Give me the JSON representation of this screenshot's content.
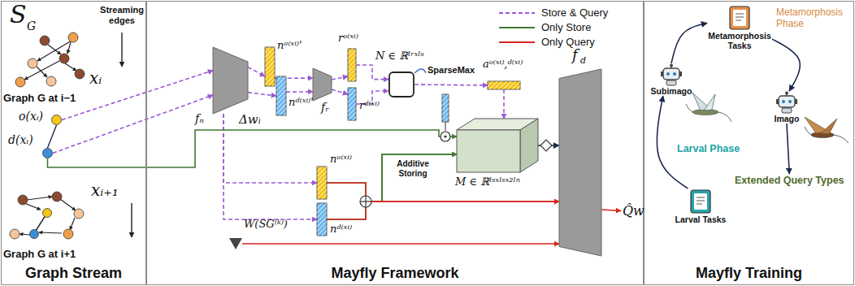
{
  "diagram": {
    "nodes": [
      {
        "text": [
          "Graph Stream"
        ]
      },
      {
        "text": [
          "Mayfly Framework"
        ]
      },
      {
        "text": [
          "Mayfly Training"
        ]
      },
      {
        "text": [
          "o(xᵢ)"
        ],
        "in": 0
      },
      {
        "text": [
          "d(xᵢ)"
        ],
        "in": 0
      },
      {
        "text": [
          "fₙ"
        ],
        "in": 1
      },
      {
        "text": [
          "nᵒ⁽ˣⁱ⁾'"
        ],
        "in": 1
      },
      {
        "text": [
          "nᵈ⁽ˣⁱ⁾'"
        ],
        "in": 1
      },
      {
        "text": [
          "fᵣ"
        ],
        "in": 1
      },
      {
        "text": [
          "rᵒ⁽ˣⁱ⁾"
        ],
        "in": 1
      },
      {
        "text": [
          "rᵈ⁽ˣⁱ⁾"
        ],
        "in": 1
      },
      {
        "text": [
          "N ∈ ℝˡʳˣˡˢ"
        ],
        "in": 1
      },
      {
        "text": [
          "aᵒ⁽ˣⁱ⁾,ᵈ⁽ˣⁱ⁾"
        ],
        "in": 1
      },
      {
        "text": [
          "M ∈ ℝˡˢˣˡˢˣ²ˡⁿ"
        ],
        "in": 1
      },
      {
        "text": [
          "nᵒ⁽ˣⁱ⁾"
        ],
        "in": 1
      },
      {
        "text": [
          "nᵈ⁽ˣⁱ⁾"
        ],
        "in": 1
      },
      {
        "text": [
          "W(SG⁽ᵏ⁾)"
        ],
        "in": 1
      },
      {
        "text": [
          "f",
          "d"
        ],
        "in": 1
      },
      {
        "text": [
          "Q̂w"
        ],
        "in": 1
      },
      {
        "text": [
          "Metamorphosis Tasks"
        ],
        "in": 2
      },
      {
        "text": [
          "Subimago"
        ],
        "in": 2
      },
      {
        "text": [
          "Imago"
        ],
        "in": 2
      },
      {
        "text": [
          "Larval Tasks"
        ],
        "in": 2
      },
      {
        "text": [
          "Extended Query Types"
        ],
        "in": 2
      }
    ],
    "edges": [
      {
        "from": 3,
        "to": 5,
        "arrow": "to"
      },
      {
        "from": 4,
        "to": 5,
        "arrow": "to"
      },
      {
        "from": 5,
        "to": 6,
        "arrow": "to"
      },
      {
        "from": 5,
        "to": 7,
        "arrow": "to"
      },
      {
        "from": 6,
        "to": 8,
        "arrow": "to"
      },
      {
        "from": 7,
        "to": 8,
        "arrow": "to"
      },
      {
        "from": 8,
        "to": 9,
        "arrow": "to"
      },
      {
        "from": 8,
        "to": 10,
        "arrow": "to"
      },
      {
        "from": 9,
        "to": 11,
        "arrow": "to"
      },
      {
        "from": 10,
        "to": 11,
        "arrow": "to"
      },
      {
        "from": 11,
        "to": 12,
        "label": "SparseMax",
        "arrow": "to"
      },
      {
        "from": 5,
        "to": 14,
        "arrow": "to"
      },
      {
        "from": 5,
        "to": 15,
        "arrow": "to"
      },
      {
        "from": 4,
        "to": 13,
        "label": "Δwᵢ",
        "arrow": "to"
      },
      {
        "from": 14,
        "to": 13,
        "arrow": "to"
      },
      {
        "from": 15,
        "to": 13,
        "arrow": "to"
      },
      {
        "from": 14,
        "to": 17,
        "arrow": "to"
      },
      {
        "from": 15,
        "to": 17,
        "arrow": "to"
      },
      {
        "from": 16,
        "to": 17,
        "arrow": "to"
      },
      {
        "from": 12,
        "to": 13,
        "arrow": "to"
      },
      {
        "from": 13,
        "to": 17,
        "arrow": "to"
      },
      {
        "from": 17,
        "to": 18,
        "arrow": "to"
      },
      {
        "from": 22,
        "to": 20,
        "arrow": "to"
      },
      {
        "from": 20,
        "to": 19,
        "arrow": "to"
      },
      {
        "from": 19,
        "to": 21,
        "arrow": "to"
      },
      {
        "from": 21,
        "to": 23,
        "arrow": "to"
      },
      {
        "from": 3,
        "to": 4,
        "arrow": "none"
      }
    ],
    "labels": [
      "S",
      "G",
      "Streaming edges",
      "xᵢ",
      "xᵢ₊₁",
      "Graph G at i−1",
      "Graph G at i+1",
      "Additive Storing",
      "Metamorphosis Phase",
      "Larval Phase"
    ],
    "legend": [
      {
        "text": "Store & Query"
      },
      {
        "text": "Only Store"
      },
      {
        "text": "Only Query"
      }
    ]
  }
}
